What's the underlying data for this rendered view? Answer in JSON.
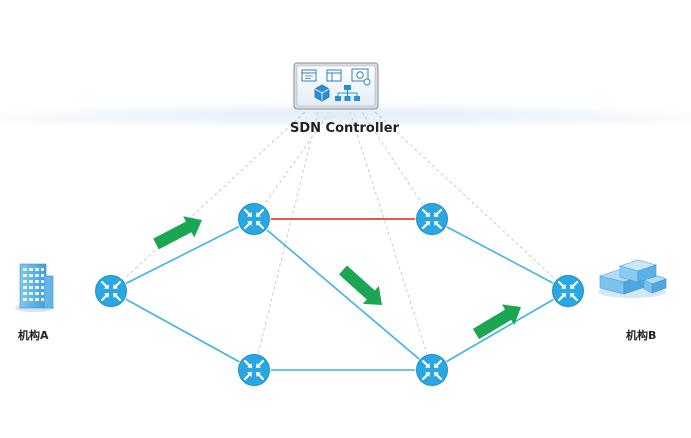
{
  "controller": {
    "label": "SDN Controller"
  },
  "org_a": {
    "label": "机构A"
  },
  "org_b": {
    "label": "机构B"
  },
  "colors": {
    "link": "#3db4e6",
    "highlight_link": "#e8413a",
    "control_link": "#c4c4c4",
    "arrow": "#1aa653",
    "router_fill": "#2aa7e2",
    "sky": "#c4daee"
  },
  "icons": {
    "router": "router-icon",
    "building_a": "office-building-icon",
    "building_b": "datacenter-building-icon",
    "controller": "sdn-controller-icon"
  }
}
